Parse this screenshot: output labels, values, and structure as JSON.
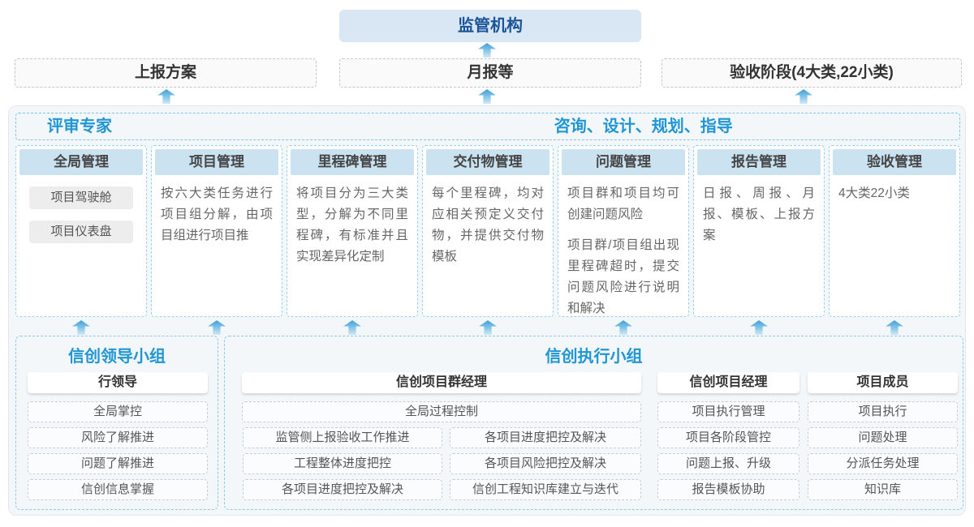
{
  "colors": {
    "accent_blue": "#2196d4",
    "regulator_text": "#1a5499",
    "regulator_bg": "#d9e6f3",
    "column_header_bg": "#cbe3f1",
    "dashed_blue_border": "#7fc3e8",
    "arrow_blue": "#3f9fd8"
  },
  "top": {
    "regulator": "监管机构",
    "channels": [
      "上报方案",
      "月报等",
      "验收阶段(4大类,22小类)"
    ]
  },
  "platform": {
    "left_role": "评审专家",
    "right_role": "咨询、设计、规划、指导",
    "columns": [
      {
        "title": "全局管理",
        "pills": [
          "项目驾驶舱",
          "项目仪表盘"
        ]
      },
      {
        "title": "项目管理",
        "paragraphs": [
          "按六大类任务进行项目组分解，由项目组进行项目推"
        ]
      },
      {
        "title": "里程碑管理",
        "paragraphs": [
          "将项目分为三大类型，分解为不同里程碑，有标准并且实现差异化定制"
        ]
      },
      {
        "title": "交付物管理",
        "paragraphs": [
          "每个里程碑，均对应相关预定义交付物，并提供交付物模板"
        ]
      },
      {
        "title": "问题管理",
        "paragraphs": [
          "项目群和项目均可创建问题风险",
          "项目群/项目组出现里程碑超时，提交问题风险进行说明和解决"
        ]
      },
      {
        "title": "报告管理",
        "paragraphs": [
          "日报、周报、月报、模板、上报方案"
        ]
      },
      {
        "title": "验收管理",
        "paragraphs": [
          "4大类22小类"
        ]
      }
    ]
  },
  "groups": {
    "leader": {
      "title": "信创领导小组",
      "role": "行领导",
      "items": [
        "全局掌控",
        "风险了解推进",
        "问题了解推进",
        "信创信息掌握"
      ]
    },
    "executor": {
      "title": "信创执行小组",
      "manager": {
        "role": "信创项目群经理",
        "full_item": "全局过程控制",
        "left": [
          "监管侧上报验收工作推进",
          "工程整体进度把控",
          "各项目进度把控及解决"
        ],
        "right": [
          "各项目进度把控及解决",
          "各项目风险把控及解决",
          "信创工程知识库建立与迭代"
        ]
      },
      "pm": {
        "role": "信创项目经理",
        "items": [
          "项目执行管理",
          "项目各阶段管控",
          "问题上报、升级",
          "报告模板协助"
        ]
      },
      "member": {
        "role": "项目成员",
        "items": [
          "项目执行",
          "问题处理",
          "分派任务处理",
          "知识库"
        ]
      }
    }
  }
}
